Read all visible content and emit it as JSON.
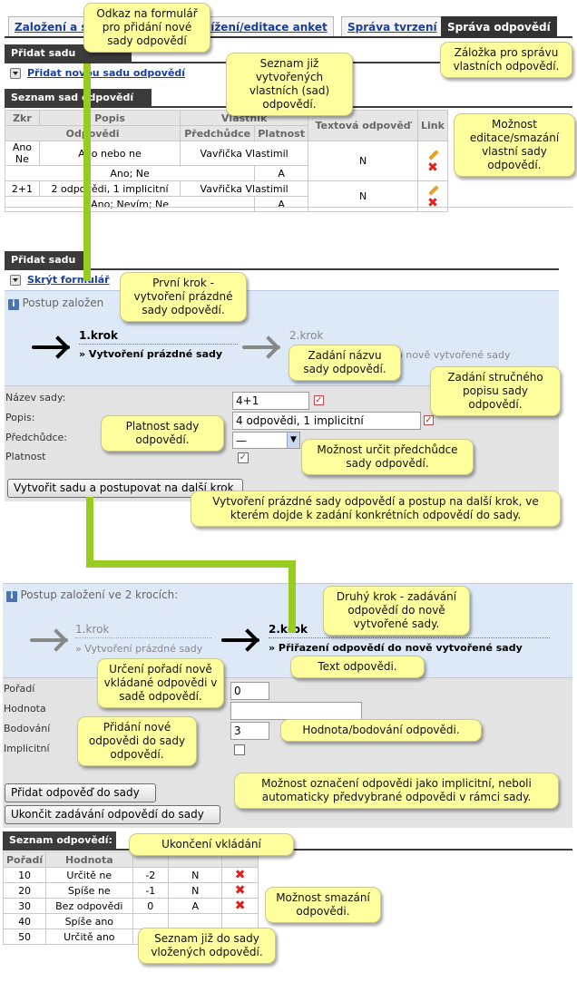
{
  "tabs": [
    "Založení a s",
    "alížení/editace anket",
    "Správa tvrzení",
    "Správa odpovědí"
  ],
  "section1": {
    "title": "Přidat sadu",
    "link": "Přidat novou sadu odpovědí"
  },
  "section2": {
    "title": "Seznam sad odpovědí",
    "headers": {
      "zkr": "Zkr",
      "popis": "Popis",
      "vlastnik": "Vlastník",
      "text": "Textová odpověď",
      "link": "Link",
      "odpovedi": "Odpovědi",
      "predchudce": "Předchůdce",
      "platnost": "Platnost"
    },
    "rows": [
      {
        "zkr": "Ano Ne",
        "popis": "Ano nebo ne",
        "owner": "Vavřička Vlastimil",
        "answers": "Ano; Ne",
        "platnost": "A",
        "text": "N"
      },
      {
        "zkr": "2+1",
        "popis": "2 odpovědi, 1 implicitní",
        "owner": "Vavřička Vlastimil",
        "answers": "Ano; Nevím; Ne",
        "platnost": "A",
        "text": "N"
      }
    ]
  },
  "section3": {
    "title": "Přidat sadu",
    "link": "Skrýt formulář",
    "info": "Postup založen",
    "step1": {
      "label": "1.krok",
      "sub": "» Vytvoření prázdné sady"
    },
    "step2": {
      "label": "2.krok",
      "sub": "o nově vytvořené sady"
    },
    "form": {
      "name_label": "Název sady:",
      "name_value": "4+1",
      "desc_label": "Popis:",
      "desc_value": "4 odpovědi, 1 implicitní",
      "pred_label": "Předchůdce:",
      "pred_value": "—",
      "valid_label": "Platnost",
      "submit": "Vytvořit sadu a postupovat na další krok"
    }
  },
  "section4": {
    "info": "Postup založení ve 2 krocích:",
    "step1": {
      "label": "1.krok",
      "sub": "» Vytvoření prázdné sady"
    },
    "step2": {
      "label": "2.krok",
      "sub": "» Přiřazení odpovědí do nově vytvořené sady"
    },
    "form": {
      "order_label": "Pořadí",
      "order_value": "0",
      "value_label": "Hodnota",
      "score_label": "Bodování",
      "score_value": "3",
      "implicit_label": "Implicitní",
      "add_button": "Přidat odpověď do sady",
      "finish_button": "Ukončit zadávání odpovědí do sady"
    }
  },
  "section5": {
    "title": "Seznam odpovědí:",
    "headers": {
      "poradi": "Pořadí",
      "hodnota": "Hodnota"
    },
    "rows": [
      {
        "poradi": "10",
        "hodnota": "Určitě ne",
        "body": "-2",
        "impl": "N"
      },
      {
        "poradi": "20",
        "hodnota": "Spíše ne",
        "body": "-1",
        "impl": "N"
      },
      {
        "poradi": "30",
        "hodnota": "Bez odpovědi",
        "body": "0",
        "impl": "A"
      },
      {
        "poradi": "40",
        "hodnota": "Spíše ano",
        "body": "",
        "impl": ""
      },
      {
        "poradi": "50",
        "hodnota": "Určitě ano",
        "body": "",
        "impl": ""
      }
    ]
  },
  "callouts": {
    "c1": "Odkaz na formulář pro přidání nové sady odpovědí",
    "c2": "Záložka pro správu vlastních odpovědí.",
    "c3": "Seznam již vytvořených vlastních (sad) odpovědí.",
    "c4": "Možnost editace/smazání vlastní sady odpovědí.",
    "c5": "První krok - vytvoření prázdné sady odpovědí.",
    "c6": "Zadání názvu sady odpovědí.",
    "c7": "Zadání stručného popisu sady odpovědí.",
    "c8": "Platnost sady odpovědí.",
    "c9": "Možnost určit předchůdce sady odpovědí.",
    "c10": "Vytvoření prázdné sady odpovědí a postup na další krok, ve kterém dojde k zadání konkrétních odpovědí do sady.",
    "c11": "Druhý krok - zadávání odpovědí do nově vytvořené sady.",
    "c12": "Určení pořadí nově vkládané odpovědi v sadě odpovědí.",
    "c13": "Text odpovědi.",
    "c14": "Hodnota/bodování odpovědi.",
    "c15": "Přidání nové odpovědi do sady odpovědí.",
    "c16": "Možnost označení odpovědi jako implicitní, neboli automaticky předvybrané odpovědi v rámci sady.",
    "c17": "Ukončení vkládání",
    "c18": "Možnost smazání odpovědi.",
    "c19": "Seznam již do sady vložených odpovědí."
  }
}
